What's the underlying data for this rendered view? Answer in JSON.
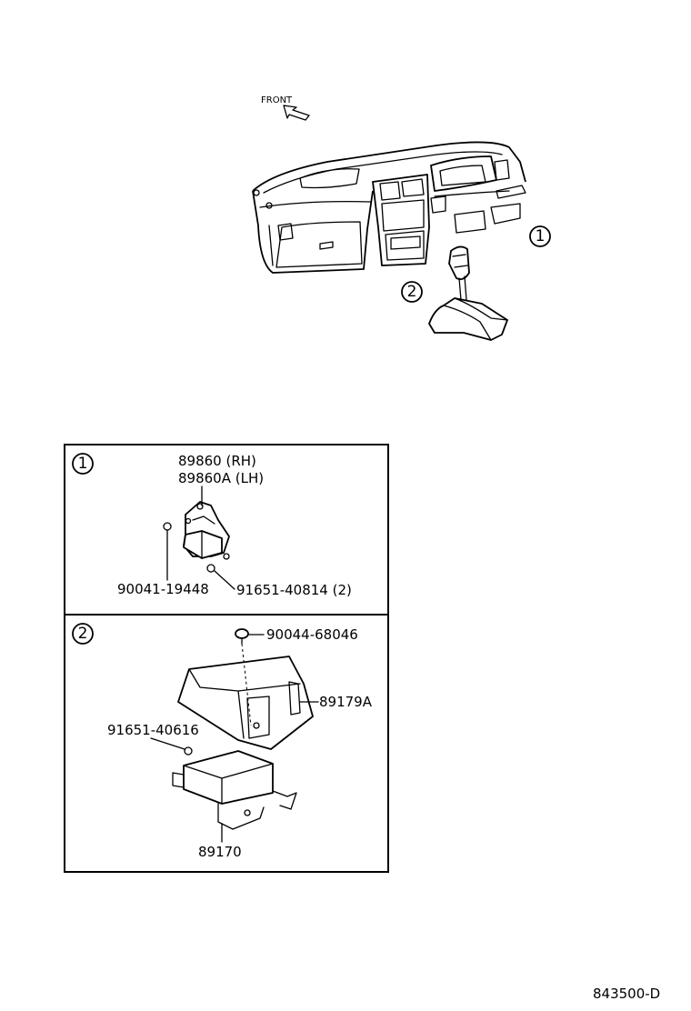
{
  "overview": {
    "front_label": "FRONT",
    "callout_1": "1",
    "callout_2": "2"
  },
  "box1": {
    "number": "1",
    "part_rh": "89860 (RH)",
    "part_lh": "89860A (LH)",
    "bolt_left": "90041-19448",
    "bolt_right": "91651-40814 (2)"
  },
  "box2": {
    "number": "2",
    "clip": "90044-68046",
    "cover": "89179A",
    "bolt": "91651-40616",
    "computer": "89170"
  },
  "footer": {
    "diagram_code": "843500-D"
  }
}
